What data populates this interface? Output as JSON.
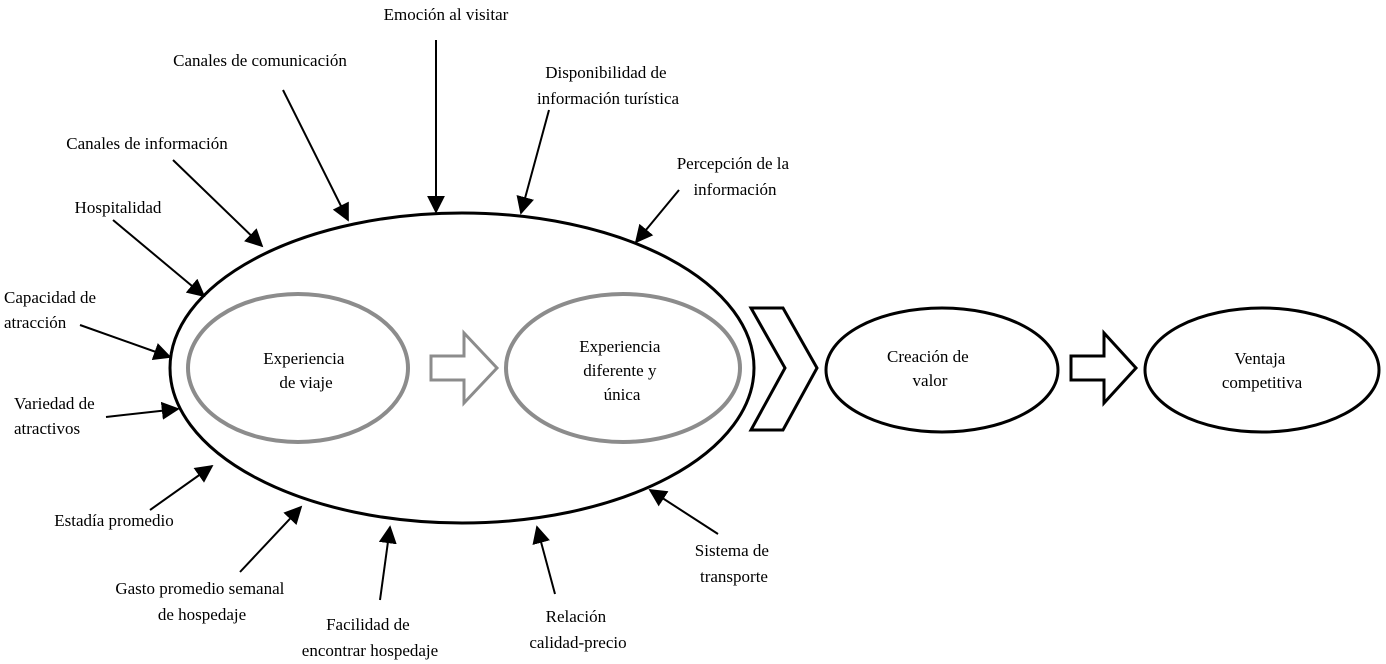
{
  "colors": {
    "outline": "#000000",
    "inner_outline": "#8c8c8c",
    "background": "#ffffff"
  },
  "nodes": {
    "experiencia_viaje": [
      "Experiencia",
      "de viaje"
    ],
    "experiencia_diferente": [
      "Experiencia",
      "diferente y",
      "única"
    ],
    "creacion_valor": [
      "Creación de",
      "valor"
    ],
    "ventaja_competitiva": [
      "Ventaja",
      "competitiva"
    ]
  },
  "factors": {
    "emocion": [
      "Emoción al visitar"
    ],
    "canales_comunicacion": [
      "Canales de comunicación"
    ],
    "disponibilidad": [
      "Disponibilidad de",
      "información turística"
    ],
    "canales_informacion": [
      "Canales de información"
    ],
    "percepcion": [
      "Percepción de la",
      "información"
    ],
    "hospitalidad": [
      "Hospitalidad"
    ],
    "capacidad": [
      "Capacidad de",
      "atracción"
    ],
    "variedad": [
      "Variedad de",
      "atractivos"
    ],
    "estadia": [
      "Estadía promedio"
    ],
    "gasto": [
      "Gasto promedio semanal",
      "de hospedaje"
    ],
    "facilidad": [
      "Facilidad de",
      "encontrar hospedaje"
    ],
    "relacion": [
      "Relación",
      "calidad-precio"
    ],
    "sistema": [
      "Sistema de",
      "transporte"
    ]
  }
}
